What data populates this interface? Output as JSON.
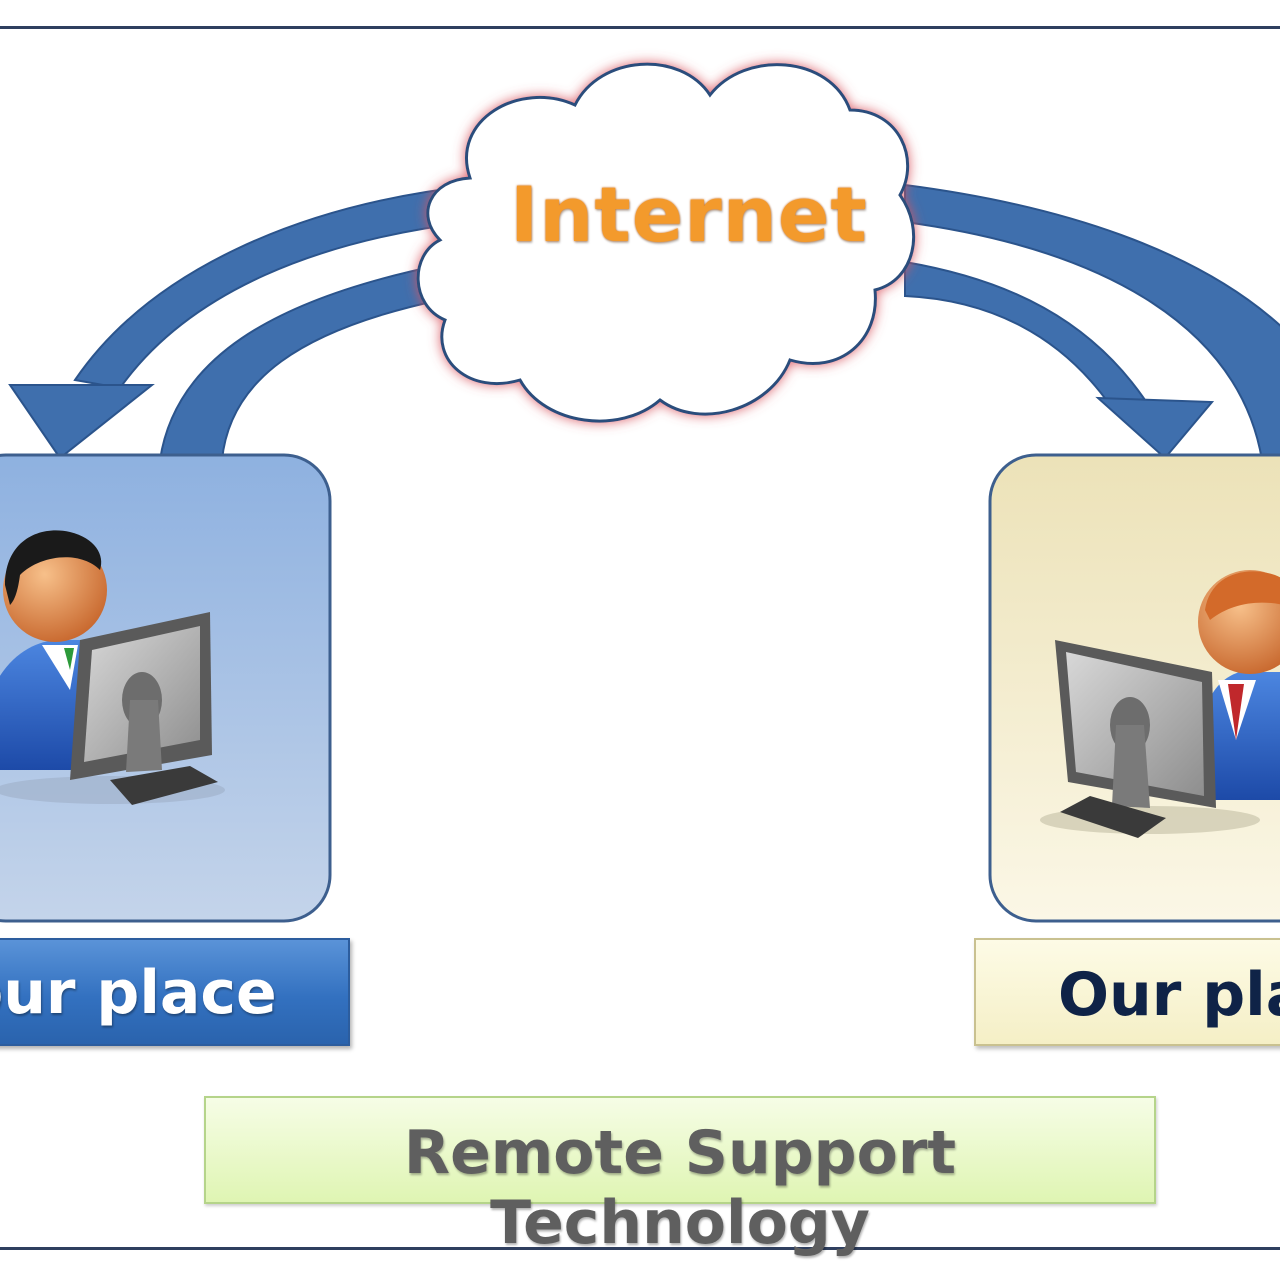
{
  "diagram": {
    "cloud_label": "Internet",
    "left_label": "our place",
    "right_label": "Our pla",
    "caption": "Remote Support Technology",
    "colors": {
      "arrow": "#3f6fad",
      "cloud_text": "#f39a2c",
      "left_panel": "#a9c4e6",
      "right_panel": "#f3ecc8",
      "caption_bg": "#e8f8c8"
    },
    "icons": [
      "cloud-icon",
      "user-at-computer-icon",
      "user-at-computer-icon"
    ]
  }
}
